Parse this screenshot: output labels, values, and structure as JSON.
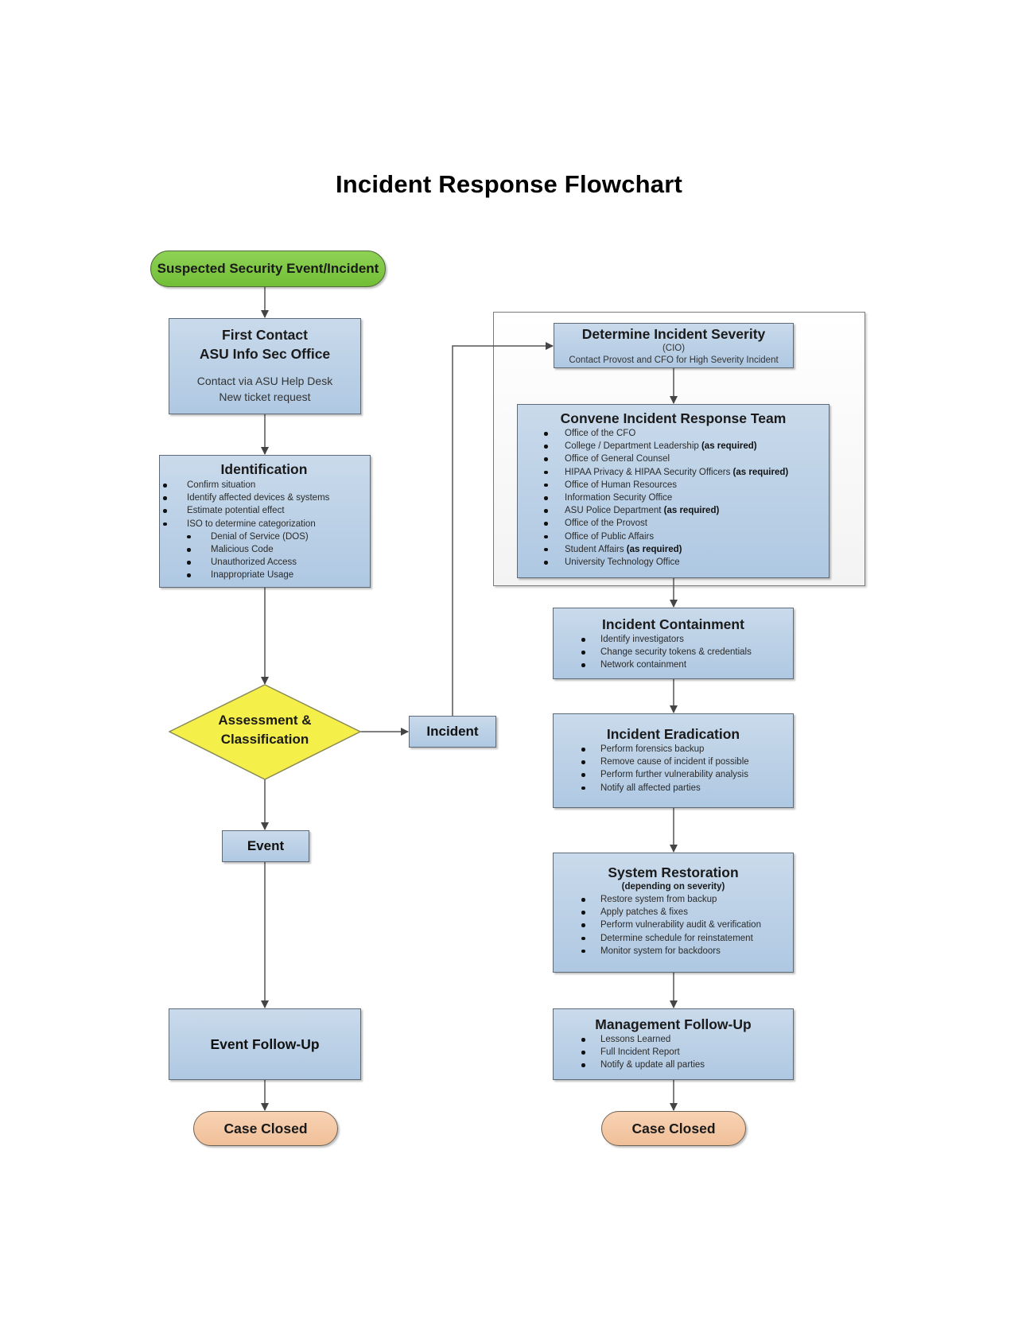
{
  "title": "Incident Response Flowchart",
  "colors": {
    "process_fill": "#b9d0e7",
    "start_fill": "#7ec544",
    "end_fill": "#f4c9a6",
    "decision_fill": "#f6f04a",
    "connector": "#555555"
  },
  "start": {
    "label": "Suspected Security Event/Incident"
  },
  "first_contact": {
    "title_line1": "First Contact",
    "title_line2": "ASU Info Sec Office",
    "detail_line1": "Contact via ASU Help Desk",
    "detail_line2": "New ticket request"
  },
  "identification": {
    "title": "Identification",
    "items": [
      "Confirm situation",
      "Identify affected devices & systems",
      "Estimate potential effect",
      "ISO to determine categorization"
    ],
    "subitems": [
      "Denial of Service (DOS)",
      "Malicious Code",
      "Unauthorized Access",
      "Inappropriate Usage"
    ]
  },
  "decision": {
    "line1": "Assessment &",
    "line2": "Classification"
  },
  "incident_branch": {
    "label": "Incident"
  },
  "event_branch": {
    "label": "Event"
  },
  "event_followup": {
    "label": "Event Follow-Up"
  },
  "case_closed_left": {
    "label": "Case Closed"
  },
  "severity": {
    "title": "Determine Incident Severity",
    "sub1": "(CIO)",
    "sub2": "Contact Provost and CFO for High Severity Incident"
  },
  "team": {
    "title": "Convene Incident Response Team",
    "items": [
      {
        "text": "Office of the CFO",
        "note": ""
      },
      {
        "text": "College / Department Leadership ",
        "note": "(as required)"
      },
      {
        "text": "Office of General Counsel",
        "note": ""
      },
      {
        "text": "HIPAA Privacy & HIPAA Security Officers ",
        "note": "(as required)"
      },
      {
        "text": "Office of Human Resources",
        "note": ""
      },
      {
        "text": "Information Security Office",
        "note": ""
      },
      {
        "text": "ASU Police Department ",
        "note": "(as required)"
      },
      {
        "text": "Office of the Provost",
        "note": ""
      },
      {
        "text": "Office of Public Affairs",
        "note": ""
      },
      {
        "text": "Student Affairs ",
        "note": "(as required)"
      },
      {
        "text": "University Technology Office",
        "note": ""
      }
    ]
  },
  "containment": {
    "title": "Incident Containment",
    "items": [
      "Identify investigators",
      "Change security tokens & credentials",
      "Network containment"
    ]
  },
  "eradication": {
    "title": "Incident Eradication",
    "items": [
      "Perform forensics backup",
      "Remove cause of incident if possible",
      "Perform further vulnerability analysis",
      "Notify all affected parties"
    ]
  },
  "restoration": {
    "title": "System Restoration",
    "subtitle": "(depending on severity)",
    "items": [
      "Restore system from backup",
      "Apply patches & fixes",
      "Perform vulnerability audit & verification",
      "Determine schedule for reinstatement",
      "Monitor system for backdoors"
    ]
  },
  "management": {
    "title": "Management Follow-Up",
    "items": [
      "Lessons Learned",
      "Full Incident Report",
      "Notify & update all parties"
    ]
  },
  "case_closed_right": {
    "label": "Case Closed"
  }
}
